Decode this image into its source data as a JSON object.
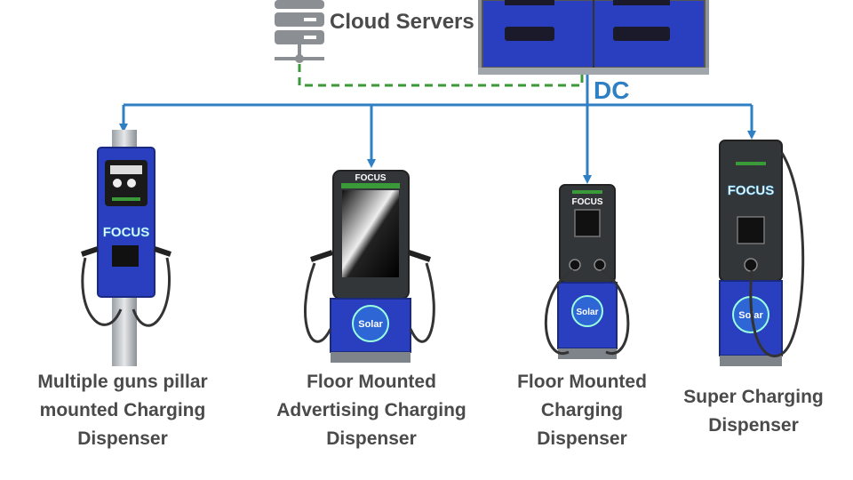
{
  "cloud": {
    "label": "Cloud Servers",
    "icon": "server-icon"
  },
  "power": {
    "label": "DC",
    "color": "#2f7fc4"
  },
  "colors": {
    "dc_line": "#2f7fc4",
    "data_line": "#3a9a3a",
    "cabinet_blue": "#2a3fc0",
    "text": "#4a4a4a"
  },
  "brand": {
    "name": "FOCUS",
    "badge": "Solar"
  },
  "dispensers": [
    {
      "id": "pillar",
      "lines": [
        "Multiple guns pillar",
        "mounted Charging",
        "Dispenser"
      ]
    },
    {
      "id": "advertising",
      "lines": [
        "Floor Mounted",
        "Advertising Charging",
        "Dispenser"
      ]
    },
    {
      "id": "floor",
      "lines": [
        "Floor Mounted",
        "Charging",
        "Dispenser"
      ]
    },
    {
      "id": "super",
      "lines": [
        "Super Charging",
        "Dispenser"
      ]
    }
  ]
}
